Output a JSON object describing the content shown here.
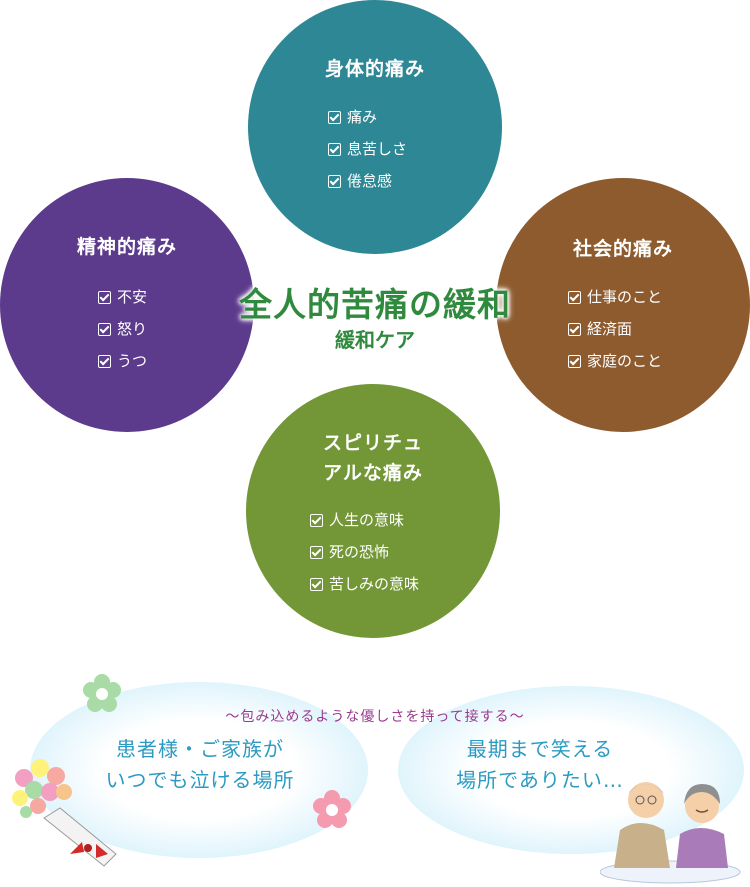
{
  "circles": {
    "physical": {
      "title": "身体的痛み",
      "items": [
        "痛み",
        "息苦しさ",
        "倦怠感"
      ],
      "color": "#2e8794"
    },
    "mental": {
      "title": "精神的痛み",
      "items": [
        "不安",
        "怒り",
        "うつ"
      ],
      "color": "#5c3a8c"
    },
    "social": {
      "title": "社会的痛み",
      "items": [
        "仕事のこと",
        "経済面",
        "家庭のこと"
      ],
      "color": "#8e5b2e"
    },
    "spiritual": {
      "title_line1": "スピリチュ",
      "title_line2": "アルな痛み",
      "items": [
        "人生の意味",
        "死の恐怖",
        "苦しみの意味"
      ],
      "color": "#739736"
    }
  },
  "center": {
    "title": "全人的苦痛の緩和",
    "subtitle": "緩和ケア",
    "color": "#2f8a3e"
  },
  "bottom": {
    "tagline": "〜包み込めるような優しさを持って接する〜",
    "left_line1": "患者様・ご家族が",
    "left_line2": "いつでも泣ける場所",
    "right_line1": "最期まで笑える",
    "right_line2": "場所でありたい…",
    "text_color": "#2c9bc3",
    "tagline_color": "#9b3b8f"
  },
  "icons": [
    "checkbox-icon",
    "flower-icon",
    "bouquet-icon",
    "elderly-couple-icon"
  ]
}
